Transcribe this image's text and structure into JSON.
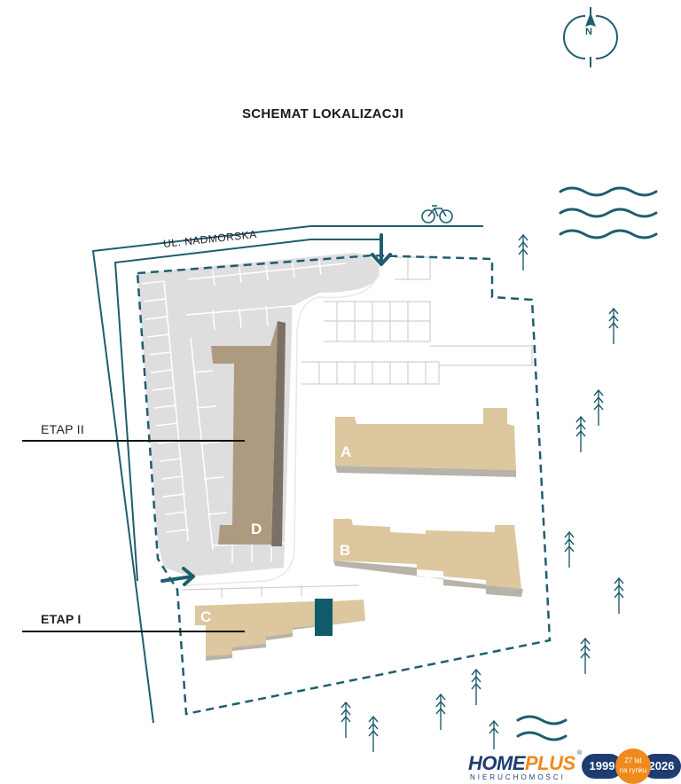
{
  "map": {
    "title": "SCHEMAT LOKALIZACJI",
    "compass_letter": "N",
    "road_label": "UL. NADMORSKA",
    "stages": {
      "stage2": "ETAP II",
      "stage1": "ETAP I"
    },
    "buildings": {
      "a": "A",
      "b": "B",
      "c": "C",
      "d": "D"
    },
    "colors": {
      "accent": "#1e5e6e",
      "building": "#dcc79e",
      "building_d": "#ad9b81",
      "shadow": "#b8b3aa",
      "plot_gray": "#dedede",
      "highlight": "#0f5a6b"
    }
  },
  "brand": {
    "name_part1": "HOME",
    "name_part2": "PLUS",
    "registered": "®",
    "tagline": "NIERUCHOMOŚCI",
    "year_start": "1999",
    "anniversary_line1": "27 lat",
    "anniversary_line2": "na rynku",
    "year_end": "2026"
  }
}
